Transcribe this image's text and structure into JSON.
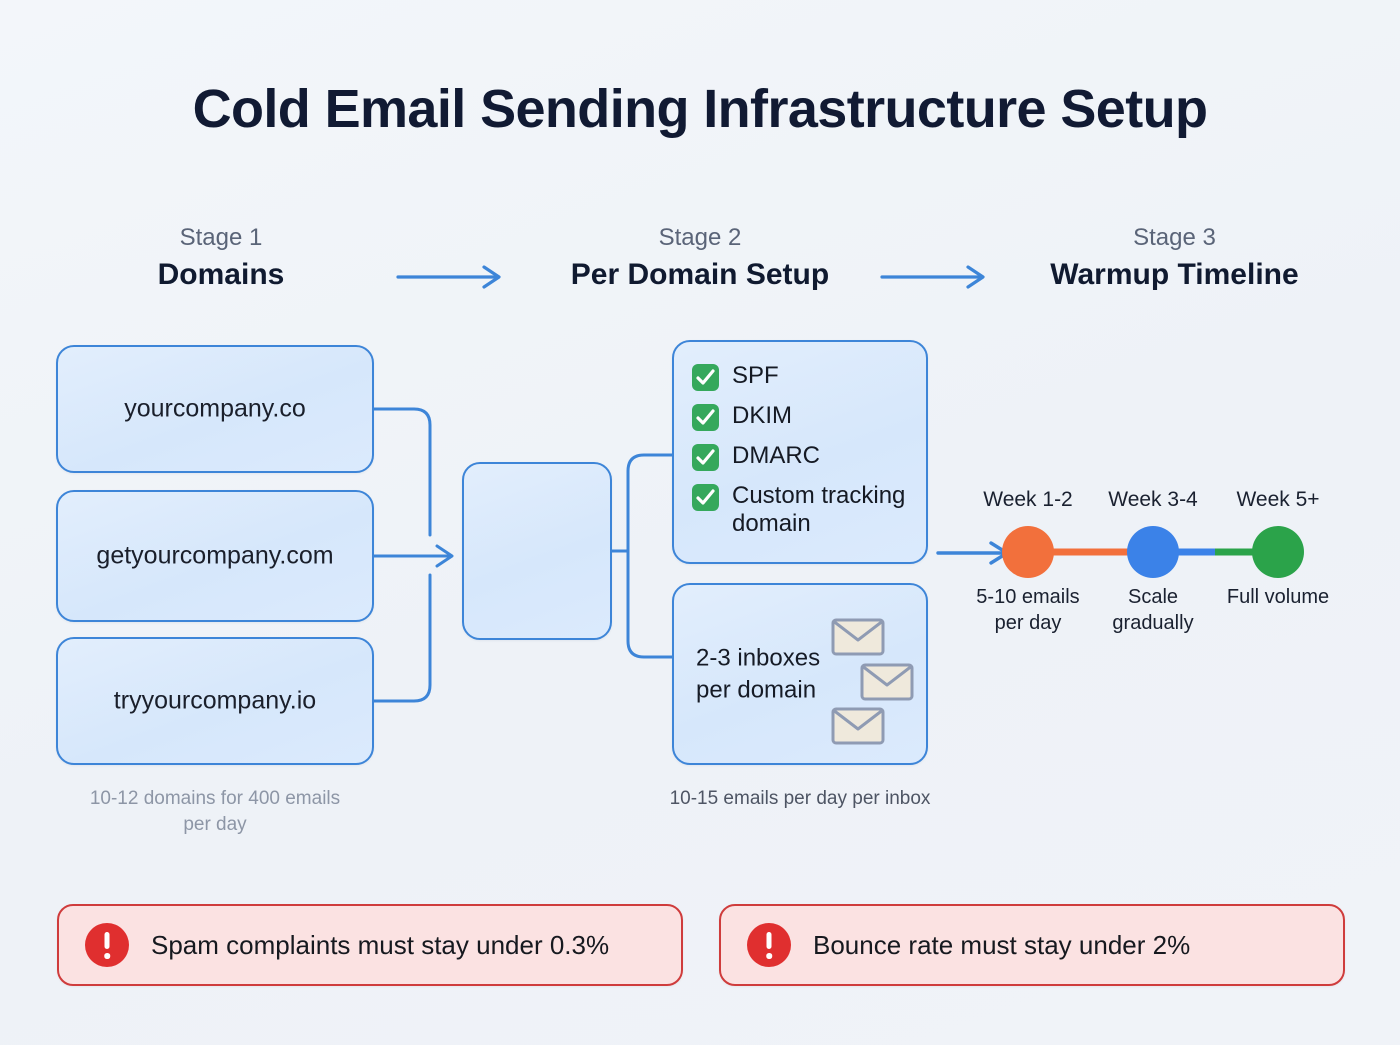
{
  "title": "Cold Email Sending Infrastructure Setup",
  "theme": {
    "background": "#f1f4f8",
    "node_border": "#3d85d8",
    "node_fill": "#dbeafd",
    "arrow": "#3d85d8",
    "check_green": "#35a85c",
    "warning_red": "#cf3c3c",
    "warning_fill": "#fbe2e2",
    "title_color": "#111a33"
  },
  "stages": [
    {
      "kicker": "Stage 1",
      "title": "Domains"
    },
    {
      "kicker": "Stage 2",
      "title": "Per Domain Setup"
    },
    {
      "kicker": "Stage 3",
      "title": "Warmup Timeline"
    }
  ],
  "domains": {
    "items": [
      {
        "name": "yourcompany.co"
      },
      {
        "name": "getyourcompany.com"
      },
      {
        "name": "tryyourcompany.io"
      }
    ],
    "caption": "10-12 domains for 400 emails per day"
  },
  "per_domain": {
    "dns_checklist": [
      {
        "label": "SPF",
        "checked": true
      },
      {
        "label": "DKIM",
        "checked": true
      },
      {
        "label": "DMARC",
        "checked": true
      },
      {
        "label": "Custom tracking domain",
        "checked": true
      }
    ],
    "inboxes": {
      "label": "2-3 inboxes per domain",
      "envelope_count": 3,
      "envelope_icon": "envelope-icon"
    },
    "caption": "10-15 emails per day per inbox"
  },
  "warmup": {
    "steps": [
      {
        "week": "Week 1-2",
        "desc": "5-10 emails per day",
        "color": "#f2703c"
      },
      {
        "week": "Week 3-4",
        "desc": "Scale gradually",
        "color": "#3b82e8"
      },
      {
        "week": "Week 5+",
        "desc": "Full volume",
        "color": "#2ba34a"
      }
    ]
  },
  "warnings": [
    {
      "icon": "alert-icon",
      "text": "Spam complaints must stay under 0.3%"
    },
    {
      "icon": "alert-icon",
      "text": "Bounce rate must stay under 2%"
    }
  ]
}
